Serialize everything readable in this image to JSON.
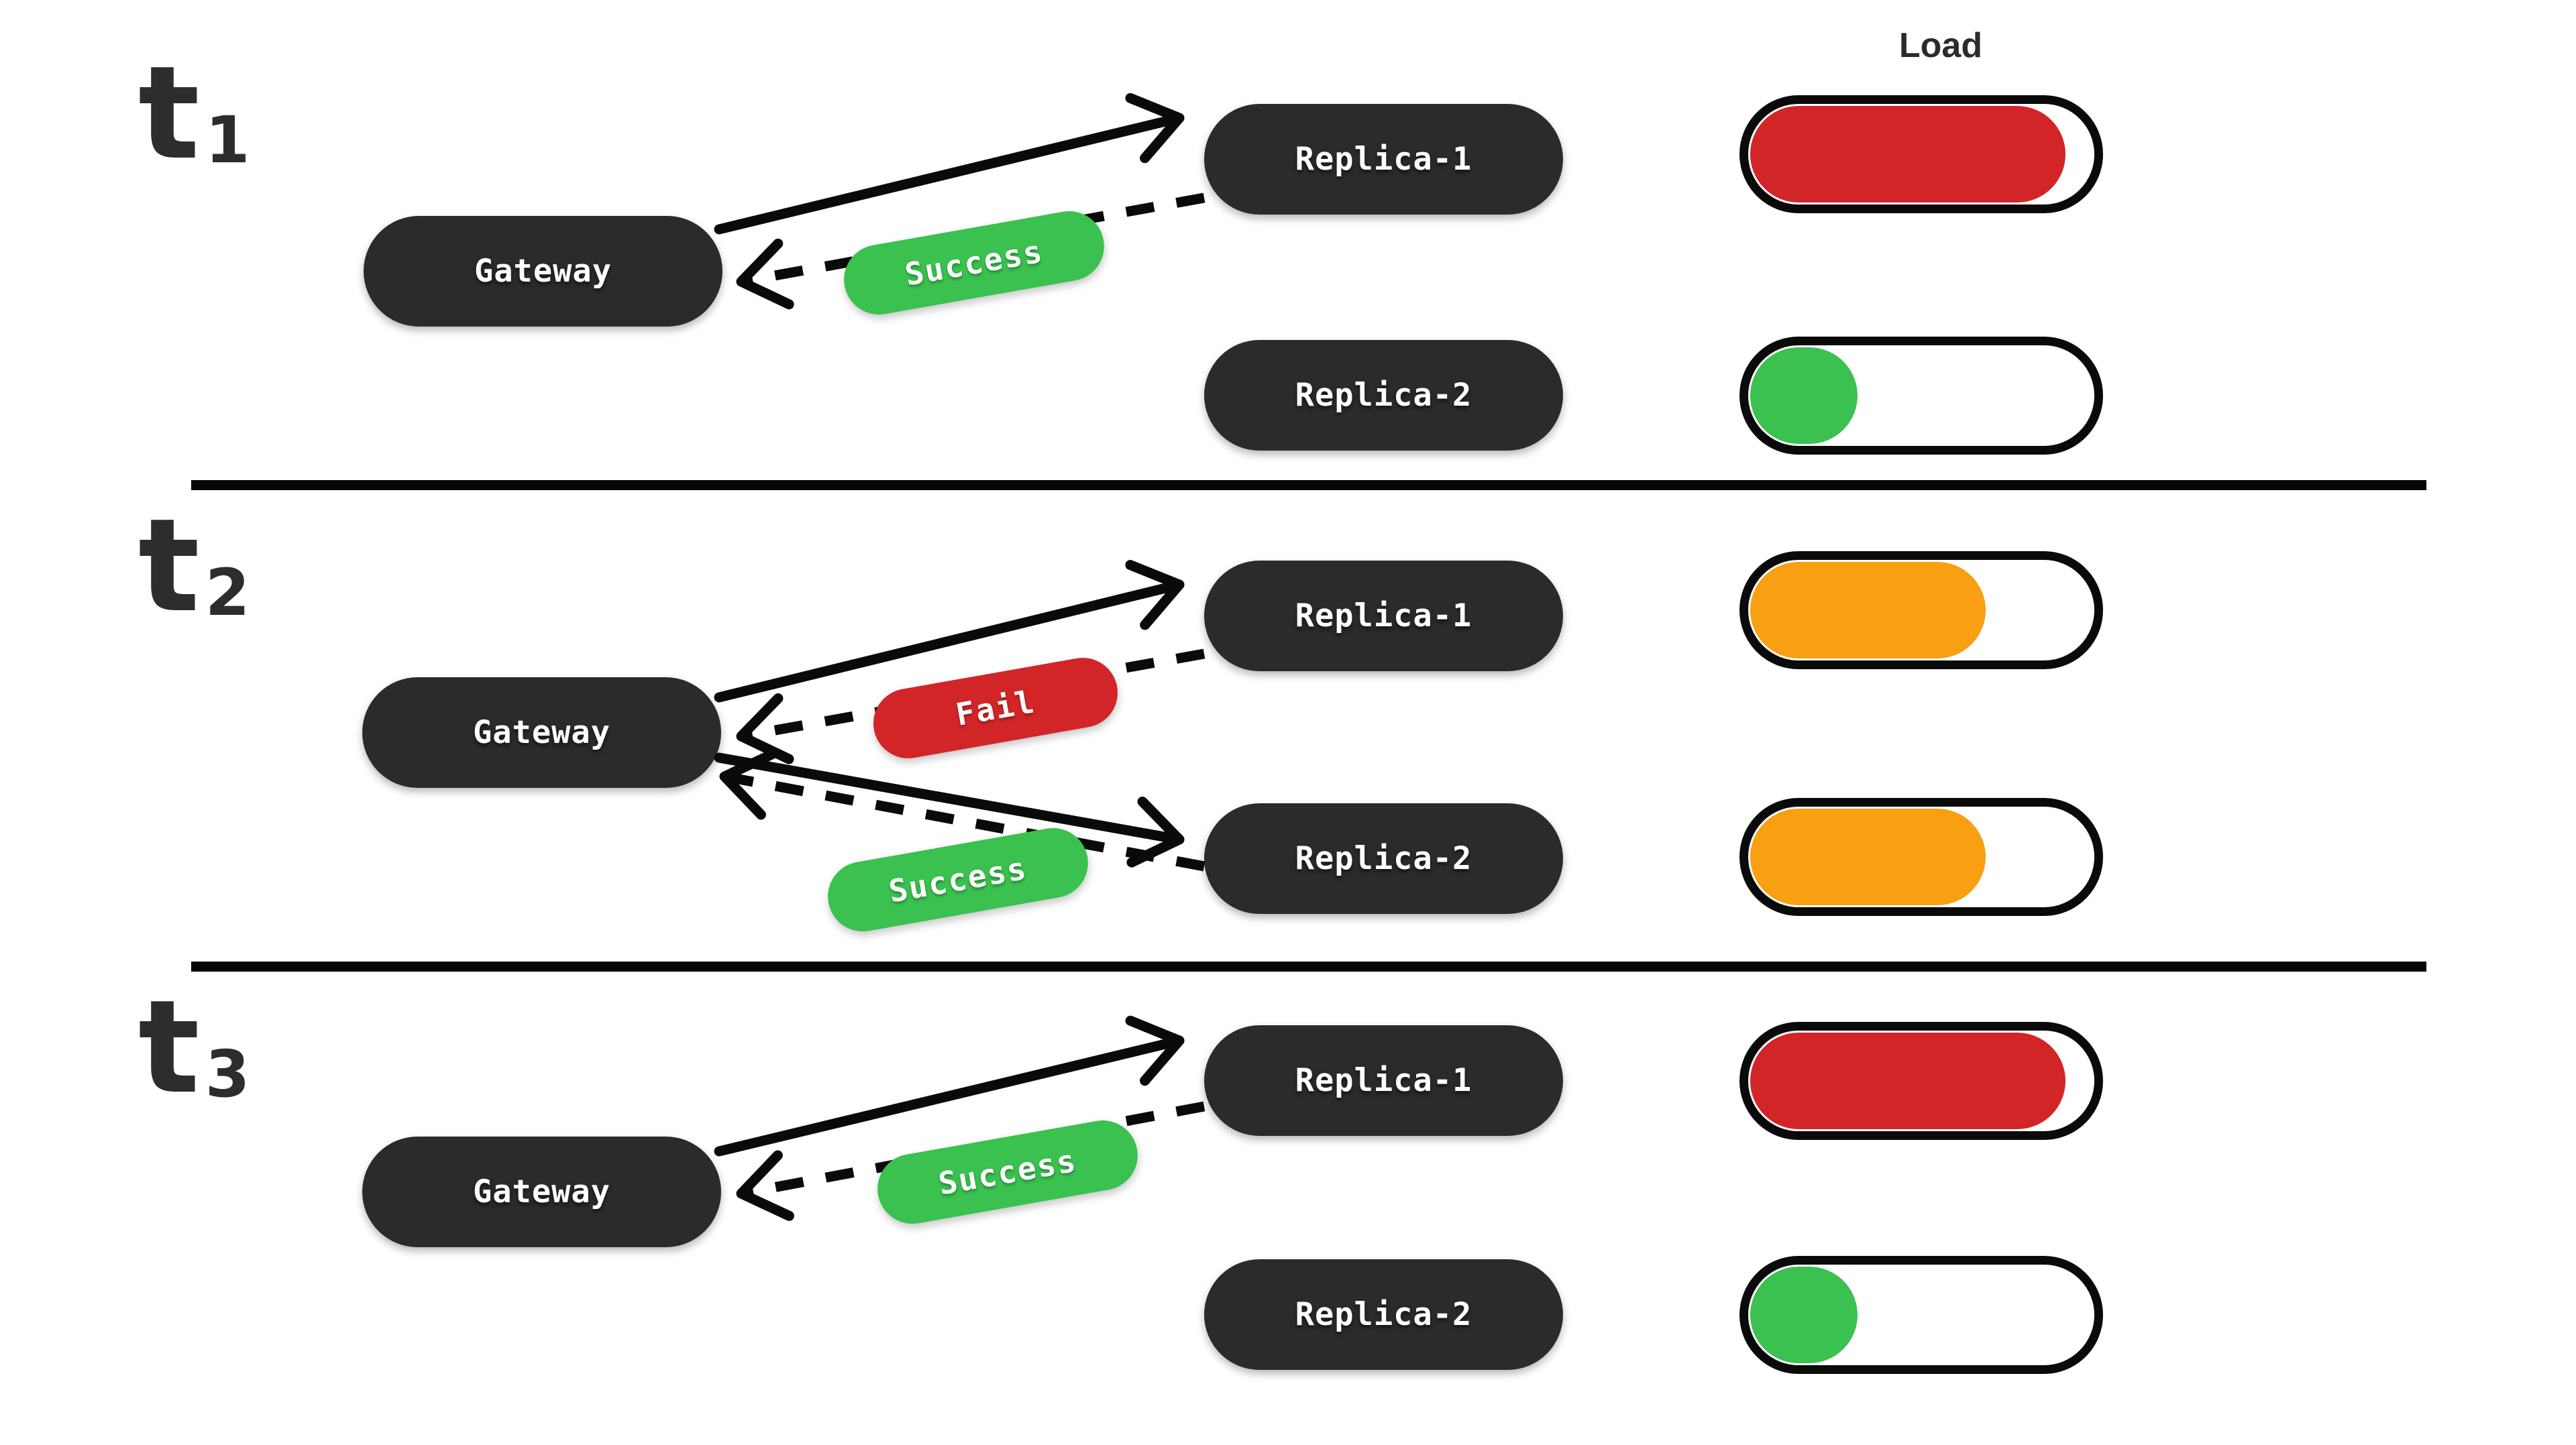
{
  "header": {
    "load_label": "Load"
  },
  "colors": {
    "background": "#ffffff",
    "node": "#2b2b2b",
    "line": "#0a0a0a",
    "green": "#3ac14f",
    "red": "#d22528",
    "orange": "#f89f12"
  },
  "sections": [
    {
      "time_symbol": "t",
      "time_sub": "1",
      "nodes": {
        "gateway": "Gateway",
        "replica1": "Replica-1",
        "replica2": "Replica-2"
      },
      "interactions": [
        {
          "type": "request",
          "from": "Gateway",
          "to": "Replica-1",
          "style": "solid-arrow"
        },
        {
          "type": "response",
          "from": "Replica-1",
          "to": "Gateway",
          "style": "dashed-arrow",
          "label": "Success",
          "status": "success"
        }
      ],
      "loads": [
        {
          "replica": "Replica-1",
          "percent": 91,
          "color": "#d22528",
          "level": "high"
        },
        {
          "replica": "Replica-2",
          "percent": 31,
          "color": "#3ac14f",
          "level": "low"
        }
      ]
    },
    {
      "time_symbol": "t",
      "time_sub": "2",
      "nodes": {
        "gateway": "Gateway",
        "replica1": "Replica-1",
        "replica2": "Replica-2"
      },
      "interactions": [
        {
          "type": "request",
          "from": "Gateway",
          "to": "Replica-1",
          "style": "solid-arrow"
        },
        {
          "type": "response",
          "from": "Replica-1",
          "to": "Gateway",
          "style": "dashed-arrow",
          "label": "Fail",
          "status": "fail"
        },
        {
          "type": "request",
          "from": "Gateway",
          "to": "Replica-2",
          "style": "solid-arrow"
        },
        {
          "type": "response",
          "from": "Replica-2",
          "to": "Gateway",
          "style": "dashed-arrow",
          "label": "Success",
          "status": "success"
        }
      ],
      "loads": [
        {
          "replica": "Replica-1",
          "percent": 68,
          "color": "#f89f12",
          "level": "medium"
        },
        {
          "replica": "Replica-2",
          "percent": 68,
          "color": "#f89f12",
          "level": "medium"
        }
      ]
    },
    {
      "time_symbol": "t",
      "time_sub": "3",
      "nodes": {
        "gateway": "Gateway",
        "replica1": "Replica-1",
        "replica2": "Replica-2"
      },
      "interactions": [
        {
          "type": "request",
          "from": "Gateway",
          "to": "Replica-1",
          "style": "solid-arrow"
        },
        {
          "type": "response",
          "from": "Replica-1",
          "to": "Gateway",
          "style": "dashed-arrow",
          "label": "Success",
          "status": "success"
        }
      ],
      "loads": [
        {
          "replica": "Replica-1",
          "percent": 91,
          "color": "#d22528",
          "level": "high"
        },
        {
          "replica": "Replica-2",
          "percent": 31,
          "color": "#3ac14f",
          "level": "low"
        }
      ]
    }
  ]
}
